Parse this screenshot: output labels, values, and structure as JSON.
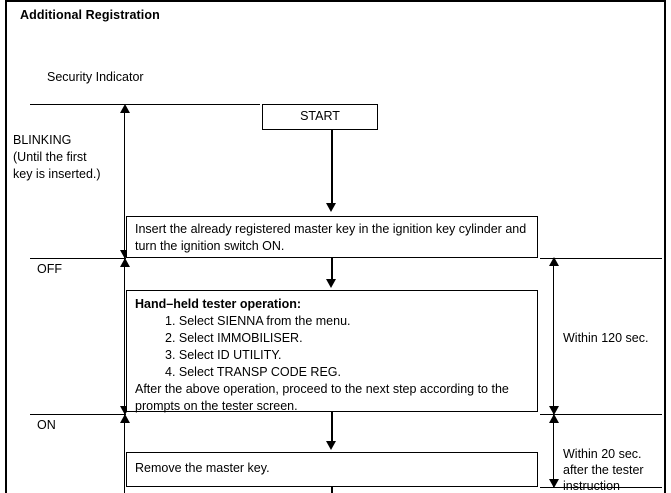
{
  "page": {
    "section_title": "Additional Registration"
  },
  "indicator_column": {
    "header_label": "Security Indicator",
    "states": [
      {
        "name": "blinking",
        "label": "BLINKING",
        "note_line_1": "(Until  the  first",
        "note_line_2": "key is inserted.)"
      },
      {
        "name": "off",
        "label": "OFF"
      },
      {
        "name": "on",
        "label": "ON"
      }
    ]
  },
  "flow": {
    "start_box": {
      "label": "START"
    },
    "step_insert": {
      "line_1": "Insert the already registered master key in the ignition key cylinder and",
      "line_2": "turn the ignition switch ON."
    },
    "step_tester": {
      "title": "Hand–held tester operation:",
      "steps": [
        "1. Select SIENNA from the menu.",
        "2. Select IMMOBILISER.",
        "3. Select ID UTILITY.",
        "4. Select TRANSP CODE REG."
      ],
      "tail_line_1": "After the above operation, proceed to the next step according to the",
      "tail_line_2": "prompts on the tester screen."
    },
    "step_remove": {
      "label": "Remove the master key."
    }
  },
  "timing": {
    "within_120": "Within 120 sec.",
    "within_20_line_1": "Within 20 sec.",
    "within_20_line_2": "after the tester",
    "within_20_line_3": "instruction"
  },
  "colors": {
    "line": "#000000",
    "background": "#ffffff",
    "text": "#000000"
  }
}
